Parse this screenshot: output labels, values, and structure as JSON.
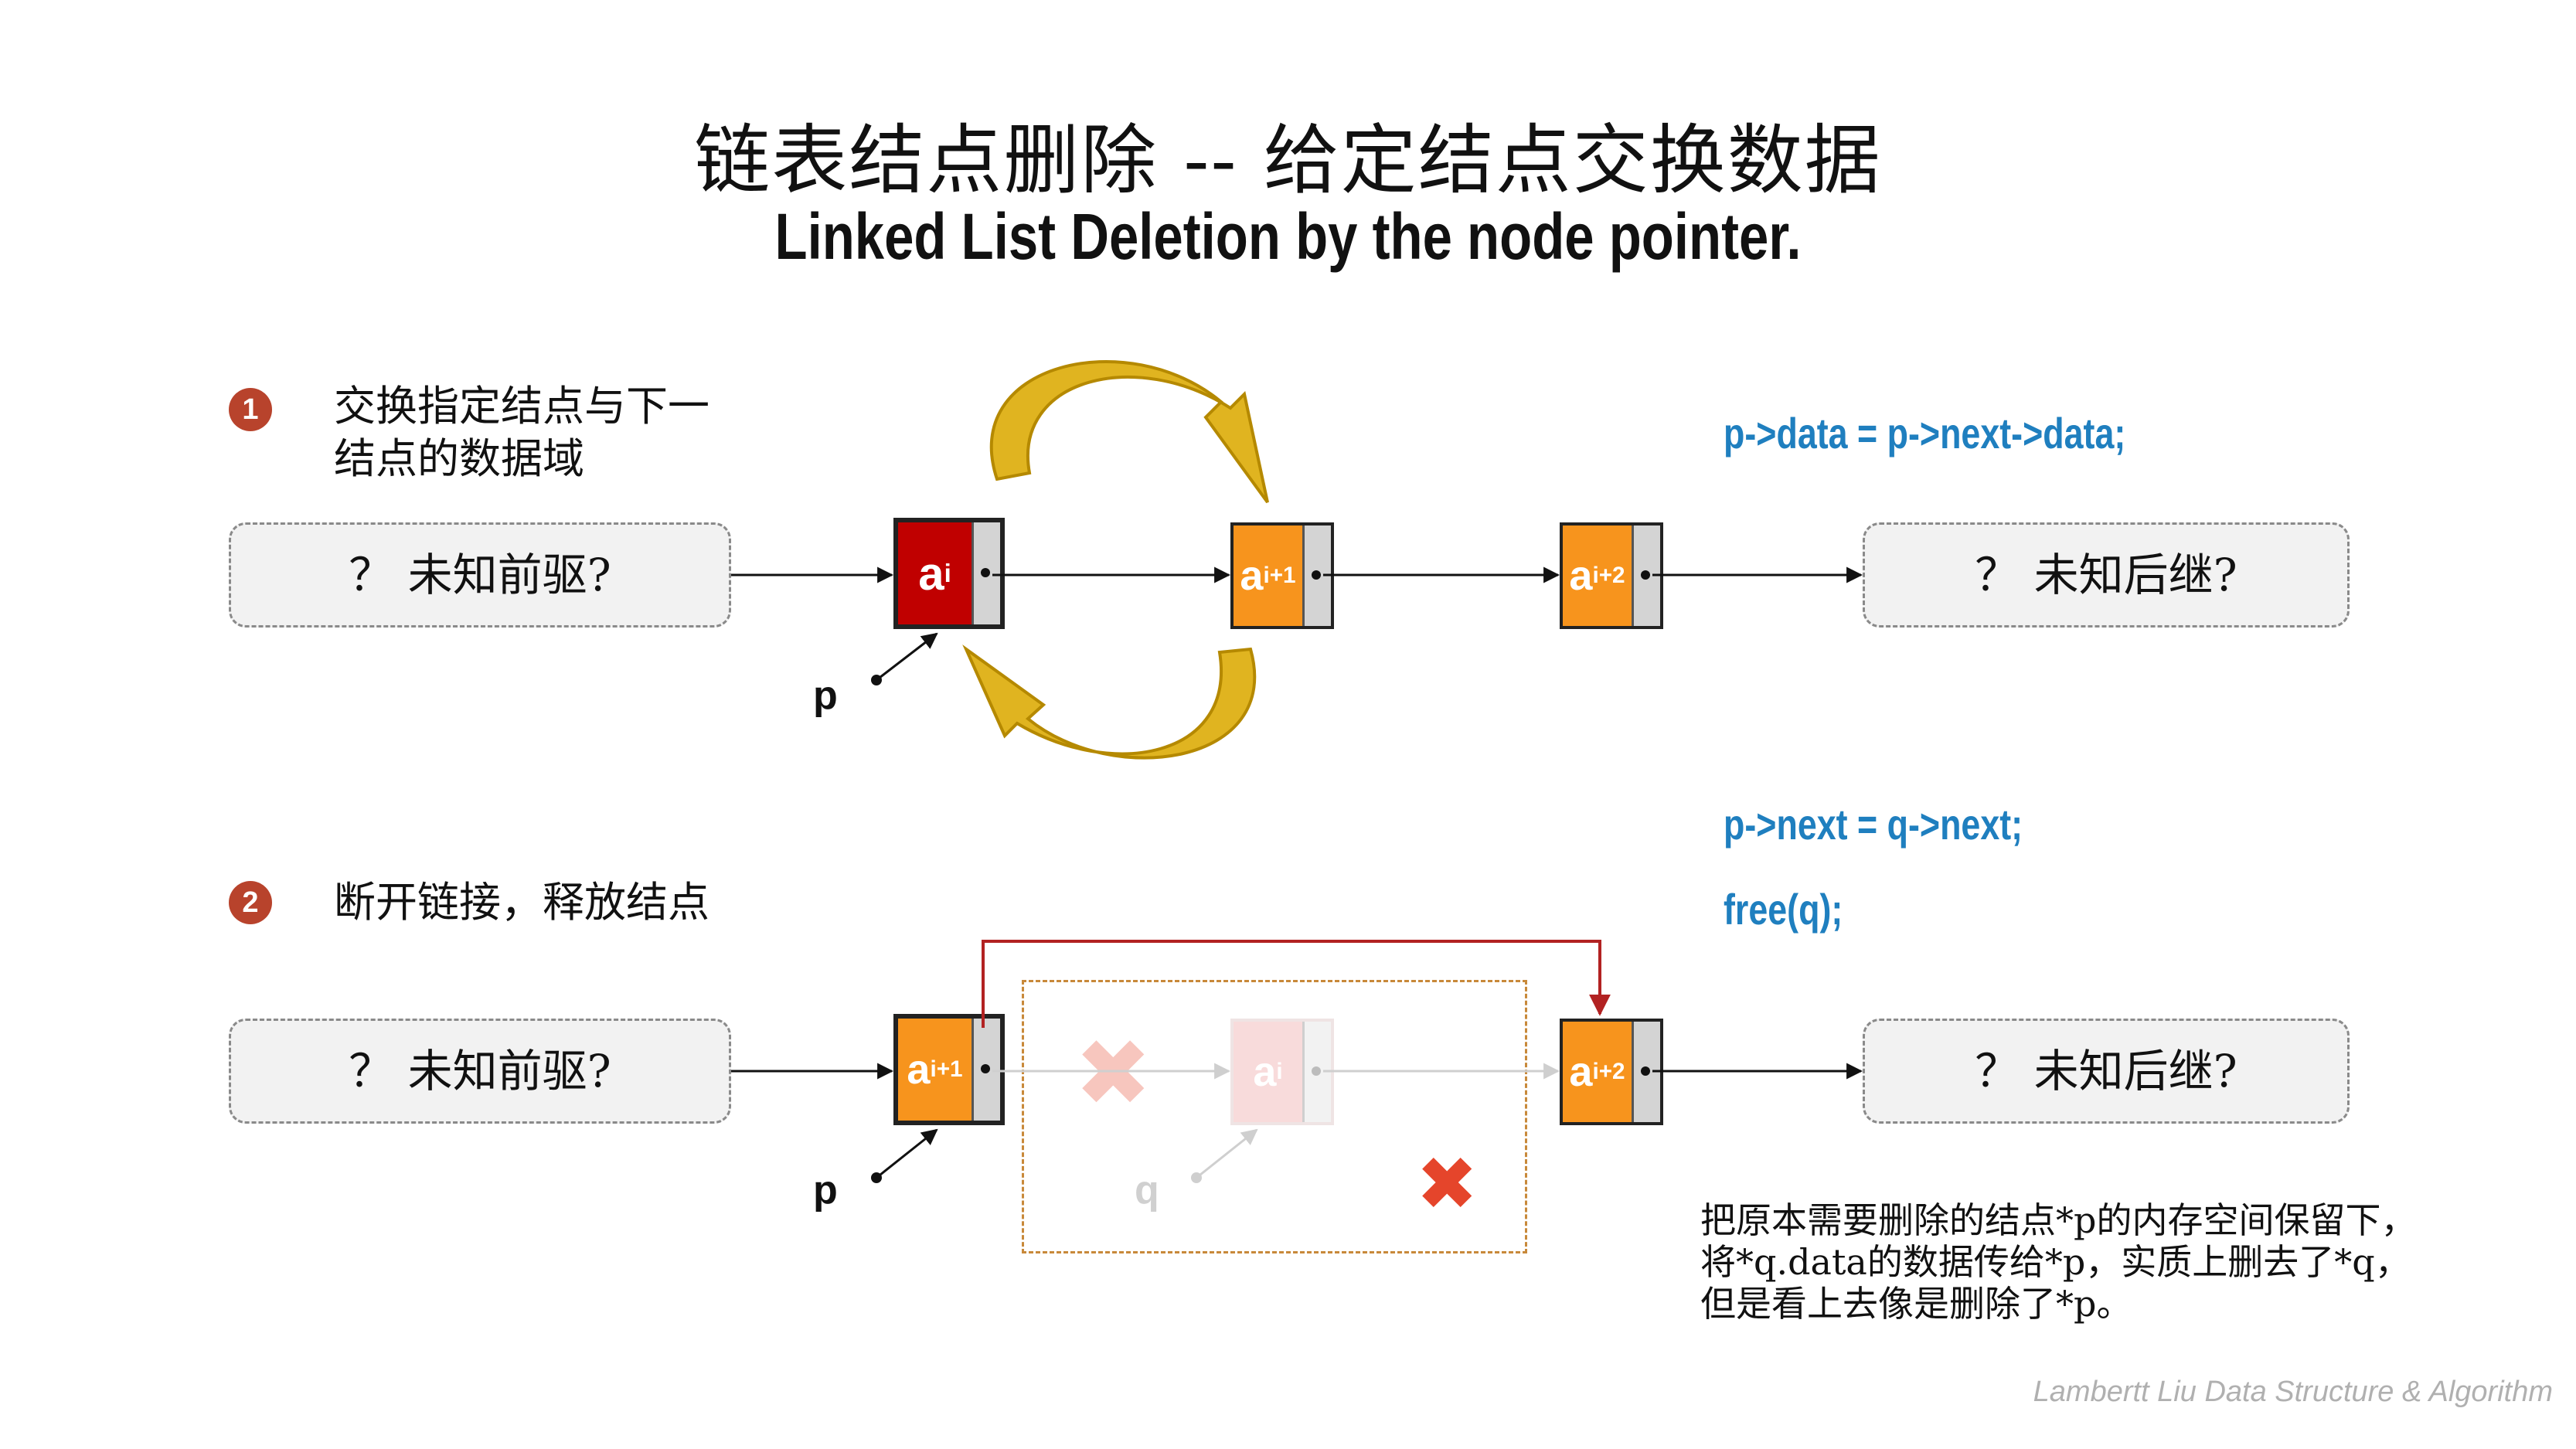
{
  "title": {
    "zh": "链表结点删除 -- 给定结点交换数据",
    "en": "Linked List Deletion by the node pointer."
  },
  "step1": {
    "badge": "1",
    "text_line1": "交换指定结点与下一",
    "text_line2": "结点的数据域",
    "code": "p->data = p->next->data;",
    "unknown_prev": "？ 未知前驱?",
    "unknown_next": "？ 未知后继?",
    "nodes": [
      {
        "base": "a",
        "sub": "i",
        "color": "#c00000"
      },
      {
        "base": "a",
        "sub": "i+1",
        "color": "#f7941d"
      },
      {
        "base": "a",
        "sub": "i+2",
        "color": "#f7941d"
      }
    ],
    "pointer_label": "p"
  },
  "step2": {
    "badge": "2",
    "text": "断开链接，释放结点",
    "code_line1": "p->next = q->next;",
    "code_line2": "free(q);",
    "unknown_prev": "？ 未知前驱?",
    "unknown_next": "？ 未知后继?",
    "nodes": [
      {
        "base": "a",
        "sub": "i+1",
        "color": "#f7941d"
      },
      {
        "base": "a",
        "sub": "i",
        "color": "#f08080"
      },
      {
        "base": "a",
        "sub": "i+2",
        "color": "#f7941d"
      }
    ],
    "pointer_p": "p",
    "pointer_q": "q",
    "note_line1": "把原本需要删除的结点*p的内存空间保留下，",
    "note_line2": "将*q.data的数据传给*p，实质上删去了*q，",
    "note_line3": "但是看上去像是删除了*p。"
  },
  "colors": {
    "accent_red": "#c00000",
    "node_orange": "#f7941d",
    "code_blue": "#1f7fbf",
    "badge_red": "#b8432c",
    "arc_gold": "#d4a017",
    "link_red": "#b22222",
    "delete_x": "#e5452b"
  },
  "footer": "Lambertt Liu    Data Structure & Algorithm"
}
